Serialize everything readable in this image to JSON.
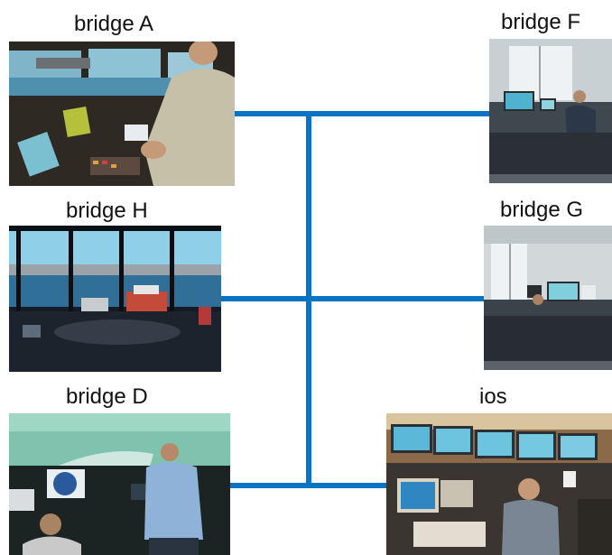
{
  "colors": {
    "connector": "#0a74c4",
    "sea": "#5fa6c4",
    "console": "#1b1b1b",
    "screen": "#4db7d6",
    "wall_light": "#d8dde0"
  },
  "nodes": [
    {
      "id": "bridge_a",
      "label": "bridge A"
    },
    {
      "id": "bridge_h",
      "label": "bridge H"
    },
    {
      "id": "bridge_d",
      "label": "bridge D"
    },
    {
      "id": "bridge_f",
      "label": "bridge F"
    },
    {
      "id": "bridge_g",
      "label": "bridge G"
    },
    {
      "id": "ios",
      "label": "ios"
    }
  ]
}
